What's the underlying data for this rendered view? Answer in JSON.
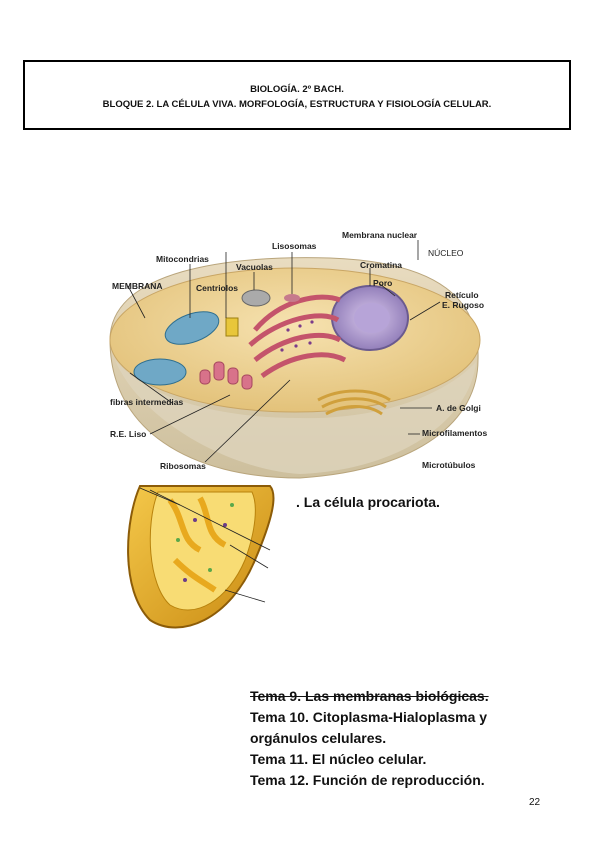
{
  "header": {
    "line1": "BIOLOGÍA. 2º BACH.",
    "line2": "BLOQUE 2. LA CÉLULA VIVA. MORFOLOGÍA, ESTRUCTURA Y FISIOLOGÍA CELULAR."
  },
  "cell_labels": {
    "membrana_nuclear": "Membrana nuclear",
    "nucleo": "NÚCLEO",
    "lisosomas": "Lisosomas",
    "mitocondrias": "Mitocondrias",
    "vacuolas": "Vacuolas",
    "cromatina": "Cromatina",
    "membrana": "MEMBRANA",
    "centriolos": "Centriolos",
    "poro": "Poro",
    "reticulo": "Retículo",
    "e_rugoso": "E. Rugoso",
    "fibras": "fibras intermedias",
    "golgi": "A. de Golgi",
    "re_liso": "R.E. Liso",
    "microfilamentos": "Microfilamentos",
    "ribosomas": "Ribosomas",
    "microtubulos": "Microtúbulos"
  },
  "prokaryote_heading": ". La célula procariota.",
  "topics": [
    "Tema 9. Las membranas biológicas.",
    "Tema 10. Citoplasma-Hialoplasma y",
    "orgánulos celulares.",
    "Tema 11. El núcleo celular.",
    "Tema 12. Función de reproducción."
  ],
  "page_number": "22"
}
